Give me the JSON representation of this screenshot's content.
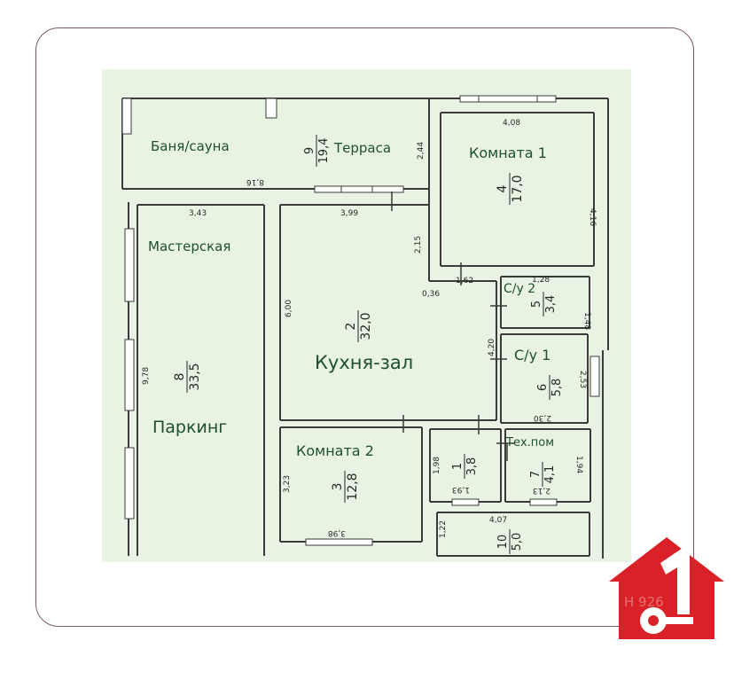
{
  "colors": {
    "background": "#e9f3e4",
    "wall": "#3a3a3a",
    "text": "#1f4f2c",
    "logo_red": "#d92127",
    "frame": "#7a5a5a"
  },
  "rooms": {
    "sauna": {
      "name": "Баня/сауна"
    },
    "terrace": {
      "name": "Терраса",
      "number": "9",
      "area": "19,4"
    },
    "room1": {
      "name": "Комната 1",
      "number": "4",
      "area": "17,0"
    },
    "workshop": {
      "name": "Мастерская"
    },
    "parking": {
      "name": "Паркинг",
      "number": "8",
      "area": "33,5"
    },
    "kitchen": {
      "name": "Кухня-зал",
      "number": "2",
      "area": "32,0"
    },
    "bath2": {
      "name": "С/у 2",
      "number": "5",
      "area": "3,4"
    },
    "bath1": {
      "name": "С/у 1",
      "number": "6",
      "area": "5,8"
    },
    "room2": {
      "name": "Комната 2",
      "number": "3",
      "area": "12,8"
    },
    "hall": {
      "number": "1",
      "area": "3,8"
    },
    "tech": {
      "name": "Тех.пом",
      "number": "7",
      "area": "4,1"
    },
    "room10": {
      "number": "10",
      "area": "5,0"
    }
  },
  "dims": {
    "d408": "4,08",
    "d244": "2,44",
    "d416": "4,16",
    "d816": "8,16",
    "d343": "3,43",
    "d399": "3,99",
    "d215": "2,15",
    "d036": "0,36",
    "d162": "1,62",
    "d128": "1,28",
    "d148": "1,48",
    "d600": "6,00",
    "d420": "4,20",
    "d253": "2,53",
    "d978": "9,78",
    "d230": "2,30",
    "d198": "1,98",
    "d194": "1,94",
    "d323": "3,23",
    "d193": "1,93",
    "d213": "2,13",
    "d407": "4,07",
    "d122": "1,22",
    "d398": "3,98"
  },
  "logo": {
    "digit": "1",
    "watermark": "Н 926"
  }
}
